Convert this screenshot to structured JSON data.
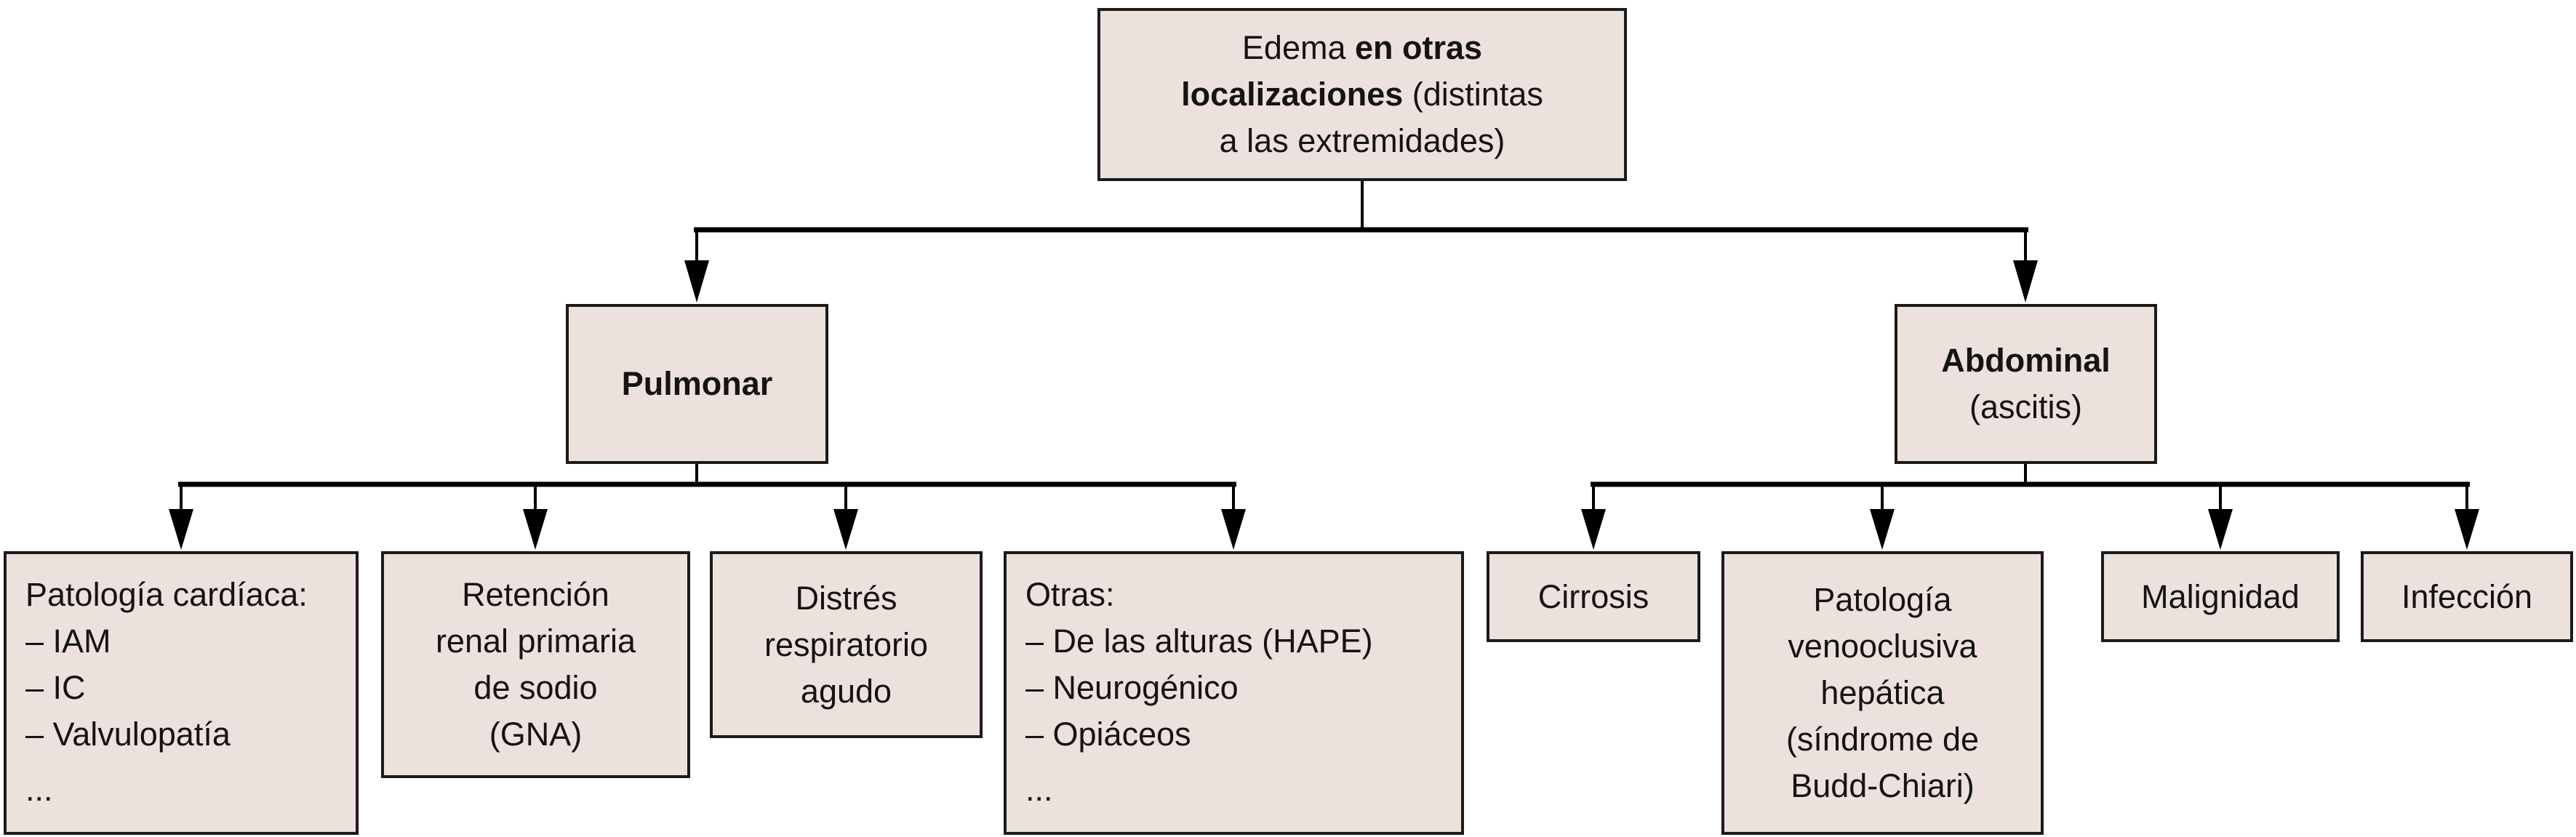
{
  "diagram": {
    "colors": {
      "box_fill": "#ede1de",
      "box_border": "#1b1b1b",
      "connector": "#000000",
      "text": "#141414"
    },
    "root": {
      "line1_regular": "Edema ",
      "line1_bold": "en otras",
      "line2_bold": "localizaciones",
      "line2_regular": " (distintas",
      "line3_regular": "a las extremidades)"
    },
    "level2": {
      "pulmonar": {
        "label": "Pulmonar"
      },
      "abdominal": {
        "label": "Abdominal",
        "sublabel": "(ascitis)"
      }
    },
    "pulmonar_children": {
      "cardiac": {
        "title": "Patología cardíaca:",
        "items": [
          "– IAM",
          "– IC",
          "– Valvulopatía",
          "..."
        ]
      },
      "renal": {
        "lines": [
          "Retención",
          "renal primaria",
          "de sodio",
          "(GNA)"
        ]
      },
      "distress": {
        "lines": [
          "Distrés",
          "respiratorio",
          "agudo"
        ]
      },
      "otras": {
        "title": "Otras:",
        "items": [
          "– De las alturas (HAPE)",
          "– Neurogénico",
          "– Opiáceos",
          "..."
        ]
      }
    },
    "abdominal_children": {
      "cirrosis": {
        "label": "Cirrosis"
      },
      "venoocclusive": {
        "lines": [
          "Patología",
          "venooclusiva",
          "hepática",
          "(síndrome de",
          "Budd-Chiari)"
        ]
      },
      "malignidad": {
        "label": "Malignidad"
      },
      "infeccion": {
        "label": "Infección"
      }
    }
  }
}
